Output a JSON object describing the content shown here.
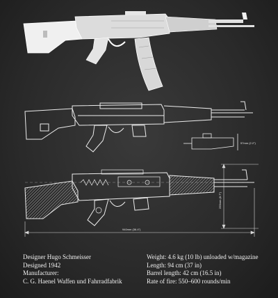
{
  "specs": {
    "left": [
      "Designer Hugo Schmeisser",
      "Designed 1942",
      "Manufacturer:",
      "C. G. Haenel Waffen und Fahrradfabrik"
    ],
    "right": [
      "Weight: 4.6 kg (10 lb) unloaded w/magazine",
      "Length: 94 cm (37 in)",
      "Barrel length: 42 cm (16.5 in)",
      "Rate of fire: 550–600 rounds/min"
    ]
  },
  "dimensions": {
    "overall_length": "940mm (36.4\")",
    "height": "255mm (8.7\")",
    "detail_height": "57mm (2.2\")"
  },
  "colors": {
    "chalkboard": "#2b2b2b",
    "chalk": "#f2f2f2"
  }
}
